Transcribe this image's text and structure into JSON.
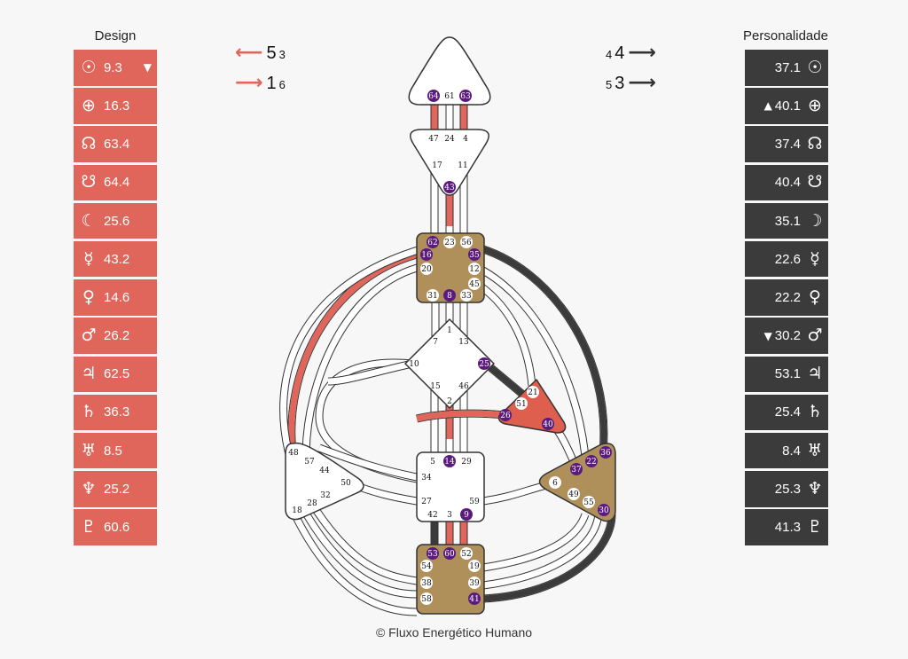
{
  "design": {
    "title": "Design",
    "rows": [
      {
        "icon": "sun-icon",
        "symbol": "☉",
        "value": "9.3",
        "mark": "▼"
      },
      {
        "icon": "earth-icon",
        "symbol": "⊕",
        "value": "16.3",
        "mark": ""
      },
      {
        "icon": "north-node-icon",
        "symbol": "☊",
        "value": "63.4",
        "mark": ""
      },
      {
        "icon": "south-node-icon",
        "symbol": "☋",
        "value": "64.4",
        "mark": ""
      },
      {
        "icon": "moon-icon",
        "symbol": "☾",
        "value": "25.6",
        "mark": ""
      },
      {
        "icon": "mercury-icon",
        "symbol": "☿",
        "value": "43.2",
        "mark": ""
      },
      {
        "icon": "venus-icon",
        "symbol": "♀",
        "value": "14.6",
        "mark": ""
      },
      {
        "icon": "mars-icon",
        "symbol": "♂",
        "value": "26.2",
        "mark": ""
      },
      {
        "icon": "jupiter-icon",
        "symbol": "♃",
        "value": "62.5",
        "mark": ""
      },
      {
        "icon": "saturn-icon",
        "symbol": "♄",
        "value": "36.3",
        "mark": ""
      },
      {
        "icon": "uranus-icon",
        "symbol": "♅",
        "value": "8.5",
        "mark": ""
      },
      {
        "icon": "neptune-icon",
        "symbol": "♆",
        "value": "25.2",
        "mark": ""
      },
      {
        "icon": "pluto-icon",
        "symbol": "♇",
        "value": "60.6",
        "mark": ""
      }
    ]
  },
  "personality": {
    "title": "Personalidade",
    "rows": [
      {
        "icon": "sun-icon",
        "symbol": "☉",
        "value": "37.1",
        "mark": ""
      },
      {
        "icon": "earth-icon",
        "symbol": "⊕",
        "value": "40.1",
        "mark": "▲"
      },
      {
        "icon": "north-node-icon",
        "symbol": "☊",
        "value": "37.4",
        "mark": ""
      },
      {
        "icon": "south-node-icon",
        "symbol": "☋",
        "value": "40.4",
        "mark": ""
      },
      {
        "icon": "moon-icon",
        "symbol": "☽",
        "value": "35.1",
        "mark": ""
      },
      {
        "icon": "mercury-icon",
        "symbol": "☿",
        "value": "22.6",
        "mark": ""
      },
      {
        "icon": "venus-icon",
        "symbol": "♀",
        "value": "22.2",
        "mark": ""
      },
      {
        "icon": "mars-icon",
        "symbol": "♂",
        "value": "30.2",
        "mark": "▼"
      },
      {
        "icon": "jupiter-icon",
        "symbol": "♃",
        "value": "53.1",
        "mark": ""
      },
      {
        "icon": "saturn-icon",
        "symbol": "♄",
        "value": "25.4",
        "mark": ""
      },
      {
        "icon": "uranus-icon",
        "symbol": "♅",
        "value": "8.4",
        "mark": ""
      },
      {
        "icon": "neptune-icon",
        "symbol": "♆",
        "value": "25.3",
        "mark": ""
      },
      {
        "icon": "pluto-icon",
        "symbol": "♇",
        "value": "41.3",
        "mark": ""
      }
    ]
  },
  "variables": {
    "left": [
      {
        "big": "5",
        "small": "3"
      },
      {
        "big": "1",
        "small": "6"
      }
    ],
    "right": [
      {
        "big": "4",
        "small": "4"
      },
      {
        "big": "3",
        "small": "5"
      }
    ]
  },
  "colors": {
    "design": "#e0665b",
    "personality": "#3b3b3b",
    "defined_center": "#b0905a",
    "spleen_defined": "#de5f4e",
    "gate_active": "#5b1a7e"
  },
  "gates": {
    "head": [
      "64",
      "61",
      "63"
    ],
    "ajna": [
      "47",
      "24",
      "4",
      "17",
      "11",
      "43"
    ],
    "throat": [
      "62",
      "23",
      "56",
      "16",
      "35",
      "20",
      "12",
      "45",
      "31",
      "8",
      "33"
    ],
    "g": [
      "1",
      "7",
      "13",
      "10",
      "25",
      "15",
      "46",
      "2"
    ],
    "ego": [
      "21",
      "51",
      "26",
      "40"
    ],
    "spleen": [
      "48",
      "57",
      "44",
      "50",
      "32",
      "28",
      "18"
    ],
    "sacral": [
      "5",
      "14",
      "29",
      "34",
      "27",
      "59",
      "42",
      "3",
      "9"
    ],
    "solar": [
      "36",
      "22",
      "37",
      "6",
      "49",
      "55",
      "30"
    ],
    "root": [
      "53",
      "60",
      "52",
      "54",
      "19",
      "38",
      "39",
      "58",
      "41"
    ]
  },
  "footer": "© Fluxo Energético Humano"
}
